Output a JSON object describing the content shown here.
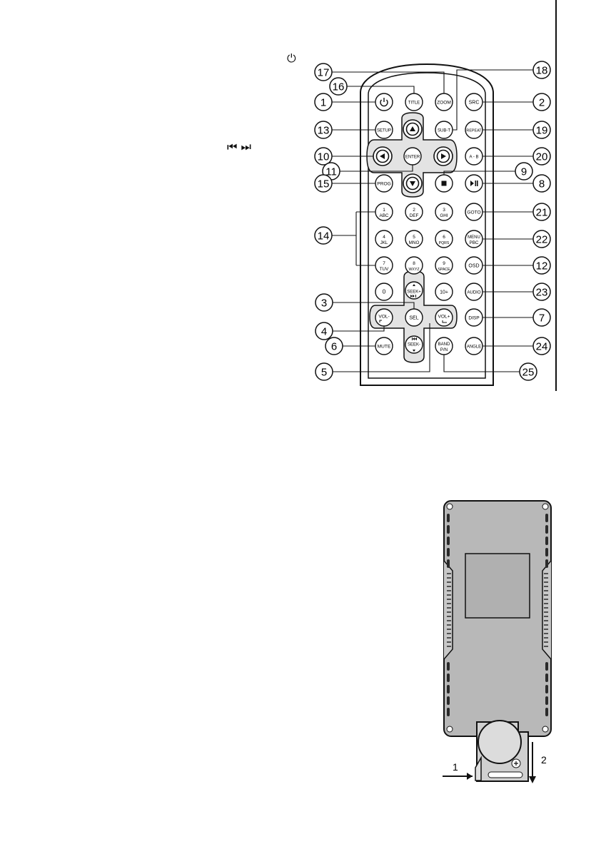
{
  "legend_symbols": {
    "power": "⏻",
    "skip": "⏮ ⏭"
  },
  "remote": {
    "buttons": [
      {
        "id": "power",
        "label": "",
        "icon": "power-icon"
      },
      {
        "id": "title",
        "label": "TITLE"
      },
      {
        "id": "zoom",
        "label": "ZOOM"
      },
      {
        "id": "src",
        "label": "SRC"
      },
      {
        "id": "setup",
        "label": "SETUP"
      },
      {
        "id": "subt",
        "label": "SUB-T"
      },
      {
        "id": "repeat",
        "label": "REPEAT"
      },
      {
        "id": "enter",
        "label": "ENTER"
      },
      {
        "id": "ab",
        "label": "A - B"
      },
      {
        "id": "prog",
        "label": "PROG"
      },
      {
        "id": "stop",
        "label": "",
        "icon": "stop-icon"
      },
      {
        "id": "playpause",
        "label": "",
        "icon": "play-pause-icon"
      },
      {
        "id": "n1",
        "label": "1",
        "sub": "ABC"
      },
      {
        "id": "n2",
        "label": "2",
        "sub": "DEF"
      },
      {
        "id": "n3",
        "label": "3",
        "sub": "GHI"
      },
      {
        "id": "goto",
        "label": "GOTO"
      },
      {
        "id": "n4",
        "label": "4",
        "sub": "JKL"
      },
      {
        "id": "n5",
        "label": "5",
        "sub": "MNO"
      },
      {
        "id": "n6",
        "label": "6",
        "sub": "PQRS"
      },
      {
        "id": "menu",
        "label": "MENU",
        "sub": "PBC"
      },
      {
        "id": "n7",
        "label": "7",
        "sub": "TUV"
      },
      {
        "id": "n8",
        "label": "8",
        "sub": "WXYZ"
      },
      {
        "id": "n9",
        "label": "9",
        "sub": "SPACE"
      },
      {
        "id": "osd",
        "label": "OSD"
      },
      {
        "id": "n0",
        "label": "0"
      },
      {
        "id": "seekup",
        "label": "SEEK+"
      },
      {
        "id": "tenplus",
        "label": "10+"
      },
      {
        "id": "audio",
        "label": "AUDIO"
      },
      {
        "id": "volm",
        "label": "VOL-"
      },
      {
        "id": "sel",
        "label": "SEL"
      },
      {
        "id": "volp",
        "label": "VOL+"
      },
      {
        "id": "disp",
        "label": "DISP"
      },
      {
        "id": "mute",
        "label": "MUTE"
      },
      {
        "id": "seekdn",
        "label": "SEEK-"
      },
      {
        "id": "band",
        "label": "BAND",
        "sub": "P/N"
      },
      {
        "id": "angle",
        "label": "ANGLE"
      }
    ],
    "callouts": [
      {
        "n": "1",
        "target": "power"
      },
      {
        "n": "2",
        "target": "src"
      },
      {
        "n": "3",
        "target": "sel"
      },
      {
        "n": "4",
        "target": "volm"
      },
      {
        "n": "5",
        "target": "volp"
      },
      {
        "n": "6",
        "target": "mute"
      },
      {
        "n": "7",
        "target": "disp"
      },
      {
        "n": "8",
        "target": "playpause"
      },
      {
        "n": "9",
        "target": "stop"
      },
      {
        "n": "10",
        "target": "left"
      },
      {
        "n": "11",
        "target": "enter"
      },
      {
        "n": "12",
        "target": "osd"
      },
      {
        "n": "13",
        "target": "setup"
      },
      {
        "n": "14",
        "target": "number-keys"
      },
      {
        "n": "15",
        "target": "prog"
      },
      {
        "n": "16",
        "target": "title"
      },
      {
        "n": "17",
        "target": "zoom"
      },
      {
        "n": "18",
        "target": "subt"
      },
      {
        "n": "19",
        "target": "repeat"
      },
      {
        "n": "20",
        "target": "ab"
      },
      {
        "n": "21",
        "target": "goto"
      },
      {
        "n": "22",
        "target": "menu"
      },
      {
        "n": "23",
        "target": "audio"
      },
      {
        "n": "24",
        "target": "angle"
      },
      {
        "n": "25",
        "target": "band"
      }
    ]
  },
  "battery_diagram": {
    "step1": "1",
    "step2": "2"
  },
  "colors": {
    "stroke": "#111111",
    "pad": "#e3e3e3",
    "back": "#b8b8b8",
    "slots": "#2a2a2a"
  }
}
